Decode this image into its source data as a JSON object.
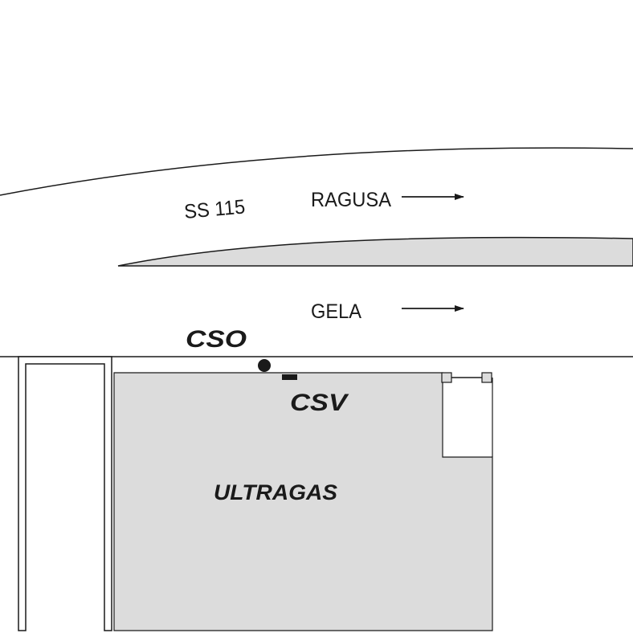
{
  "road": {
    "name": "SS 115",
    "north_direction": "RAGUSA",
    "south_direction": "GELA"
  },
  "markers": {
    "cso": "CSO",
    "csv": "CSV"
  },
  "site": {
    "name": "ULTRAGAS"
  },
  "colors": {
    "line": "#1a1a1a",
    "fill": "#dcdcdc",
    "background": "#ffffff"
  }
}
